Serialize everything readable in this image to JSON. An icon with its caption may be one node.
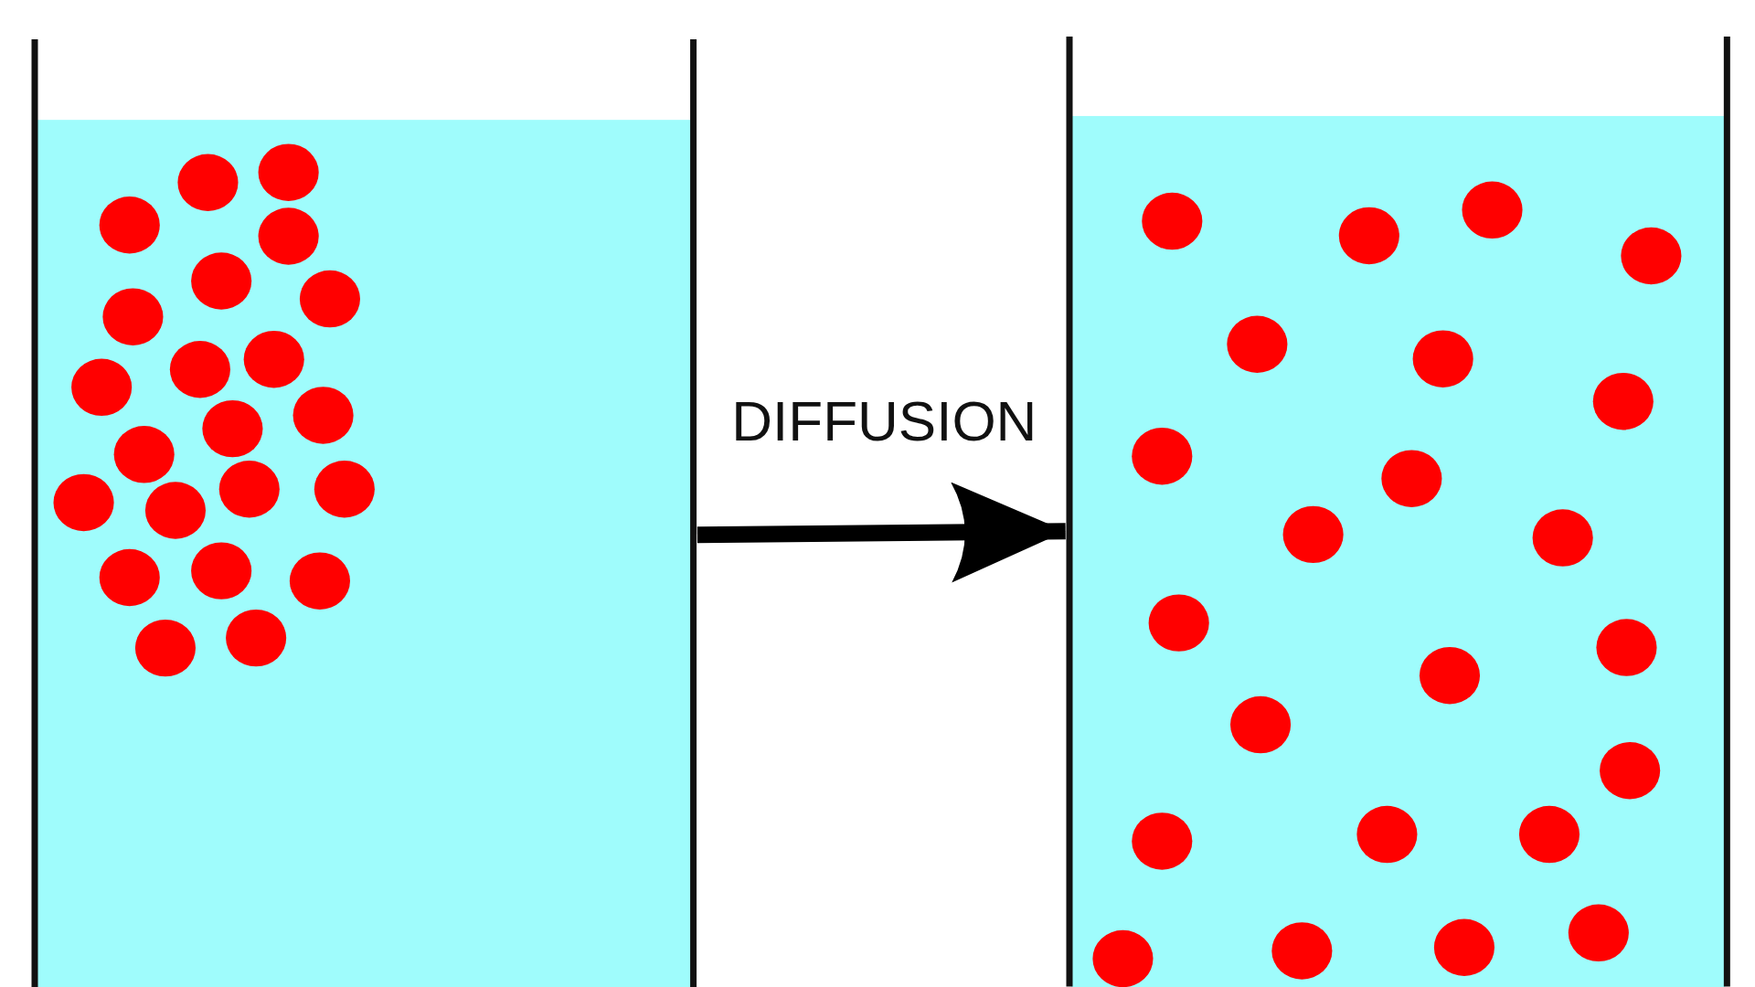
{
  "diagram": {
    "nodes": [
      {
        "text": [],
        "shape": "beaker"
      },
      {
        "text": [],
        "shape": "beaker"
      }
    ],
    "edges": [
      {
        "from": 0,
        "to": 1,
        "arrow": "to",
        "label": "DIFFUSION"
      }
    ]
  }
}
